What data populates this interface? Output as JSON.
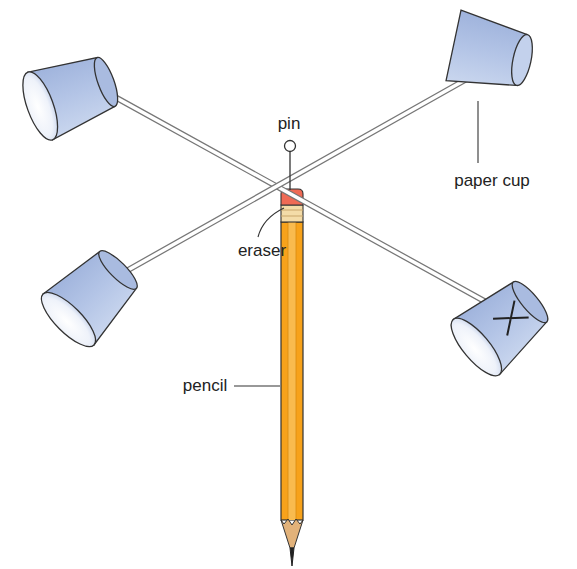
{
  "diagram": {
    "labels": [
      "pin",
      "paper cup",
      "eraser",
      "pencil"
    ]
  }
}
